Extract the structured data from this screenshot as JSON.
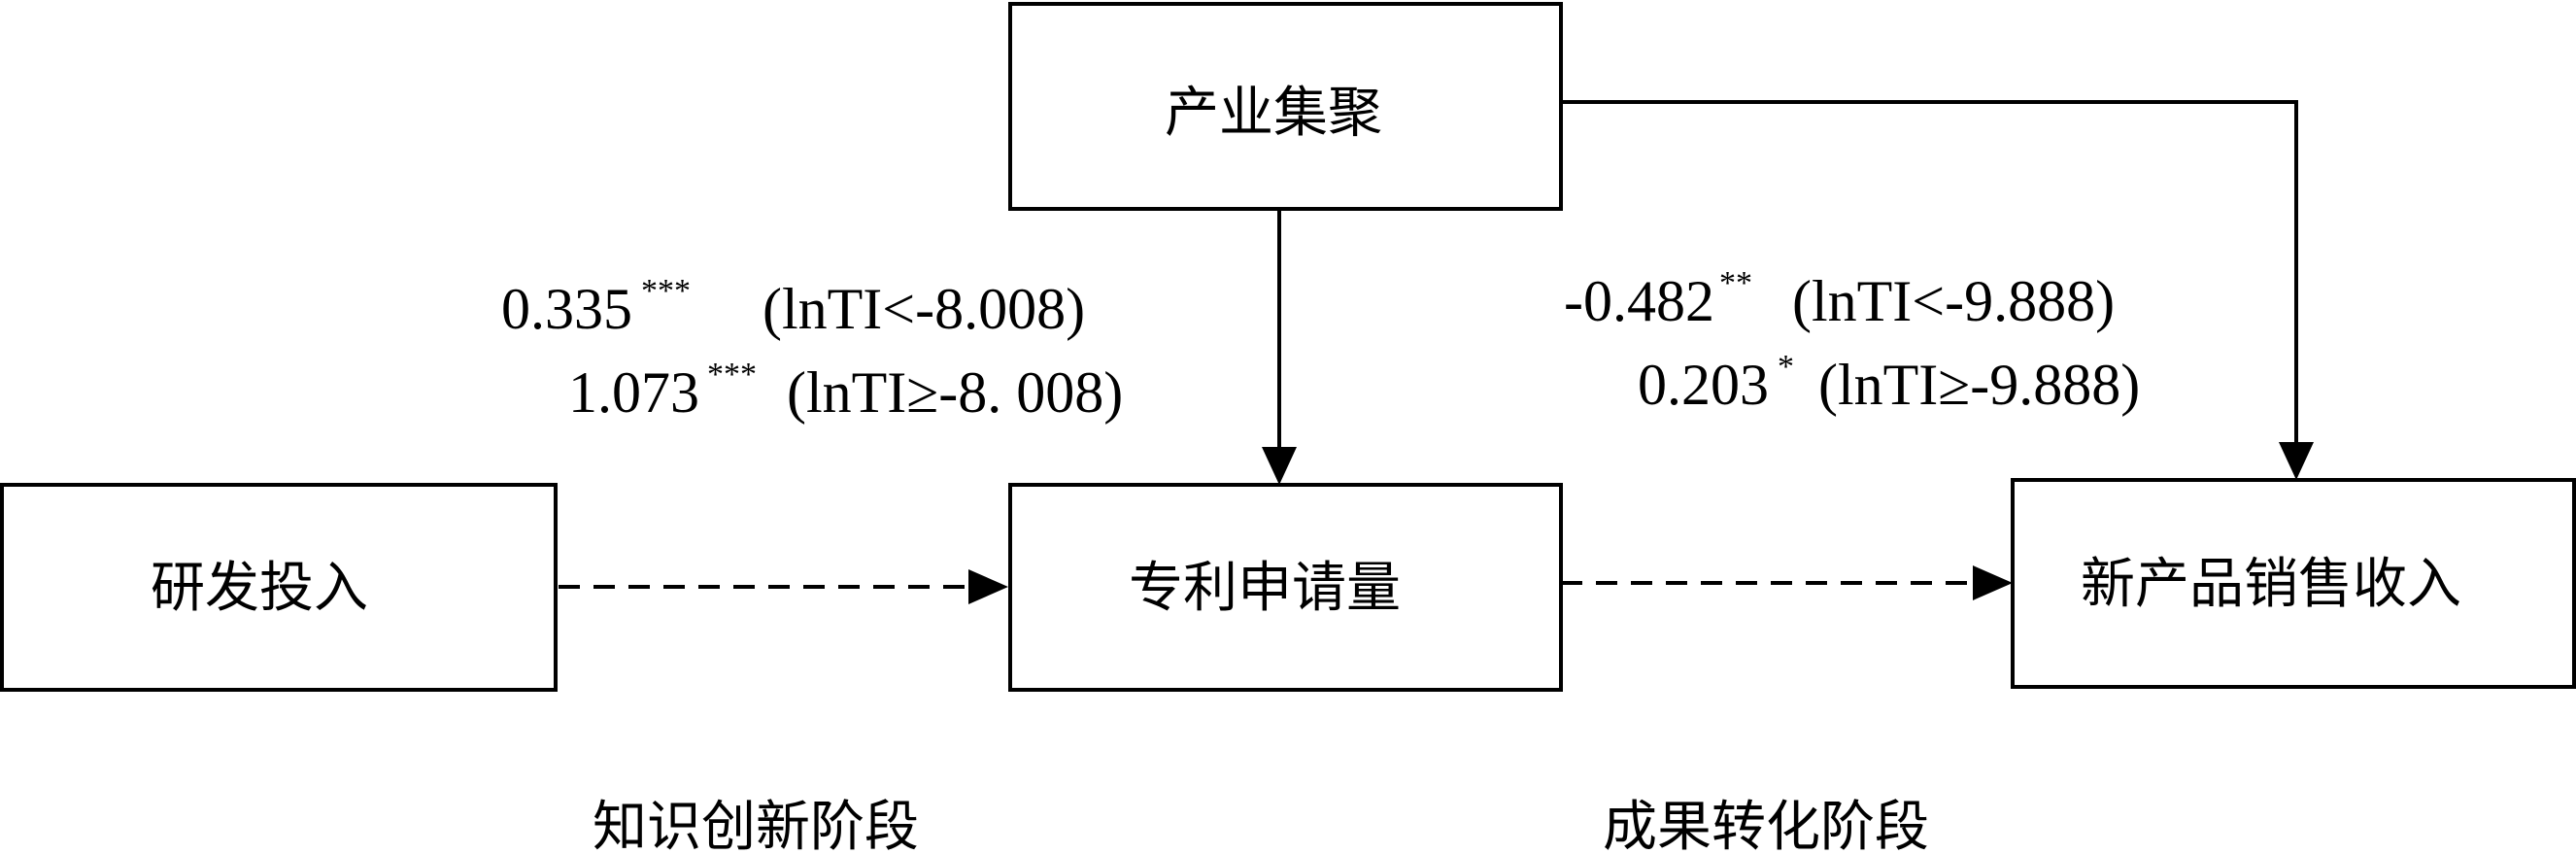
{
  "nodes": {
    "industry_cluster": "产业集聚",
    "rd_input": "研发投入",
    "patent_apps": "专利申请量",
    "new_product_sales": "新产品销售收入"
  },
  "coefficients": {
    "stage1": [
      {
        "value": "0.335",
        "sig": "***",
        "condition": "(lnTI<-8.008)"
      },
      {
        "value": "1.073",
        "sig": "***",
        "condition": "(lnTI≥-8. 008)"
      }
    ],
    "stage2": [
      {
        "value": "-0.482",
        "sig": "**",
        "condition": "(lnTI<-9.888)"
      },
      {
        "value": "0.203",
        "sig": "*",
        "condition": "(lnTI≥-9.888)"
      }
    ]
  },
  "stages": {
    "knowledge_innovation": "知识创新阶段",
    "achievement_transformation": "成果转化阶段"
  }
}
